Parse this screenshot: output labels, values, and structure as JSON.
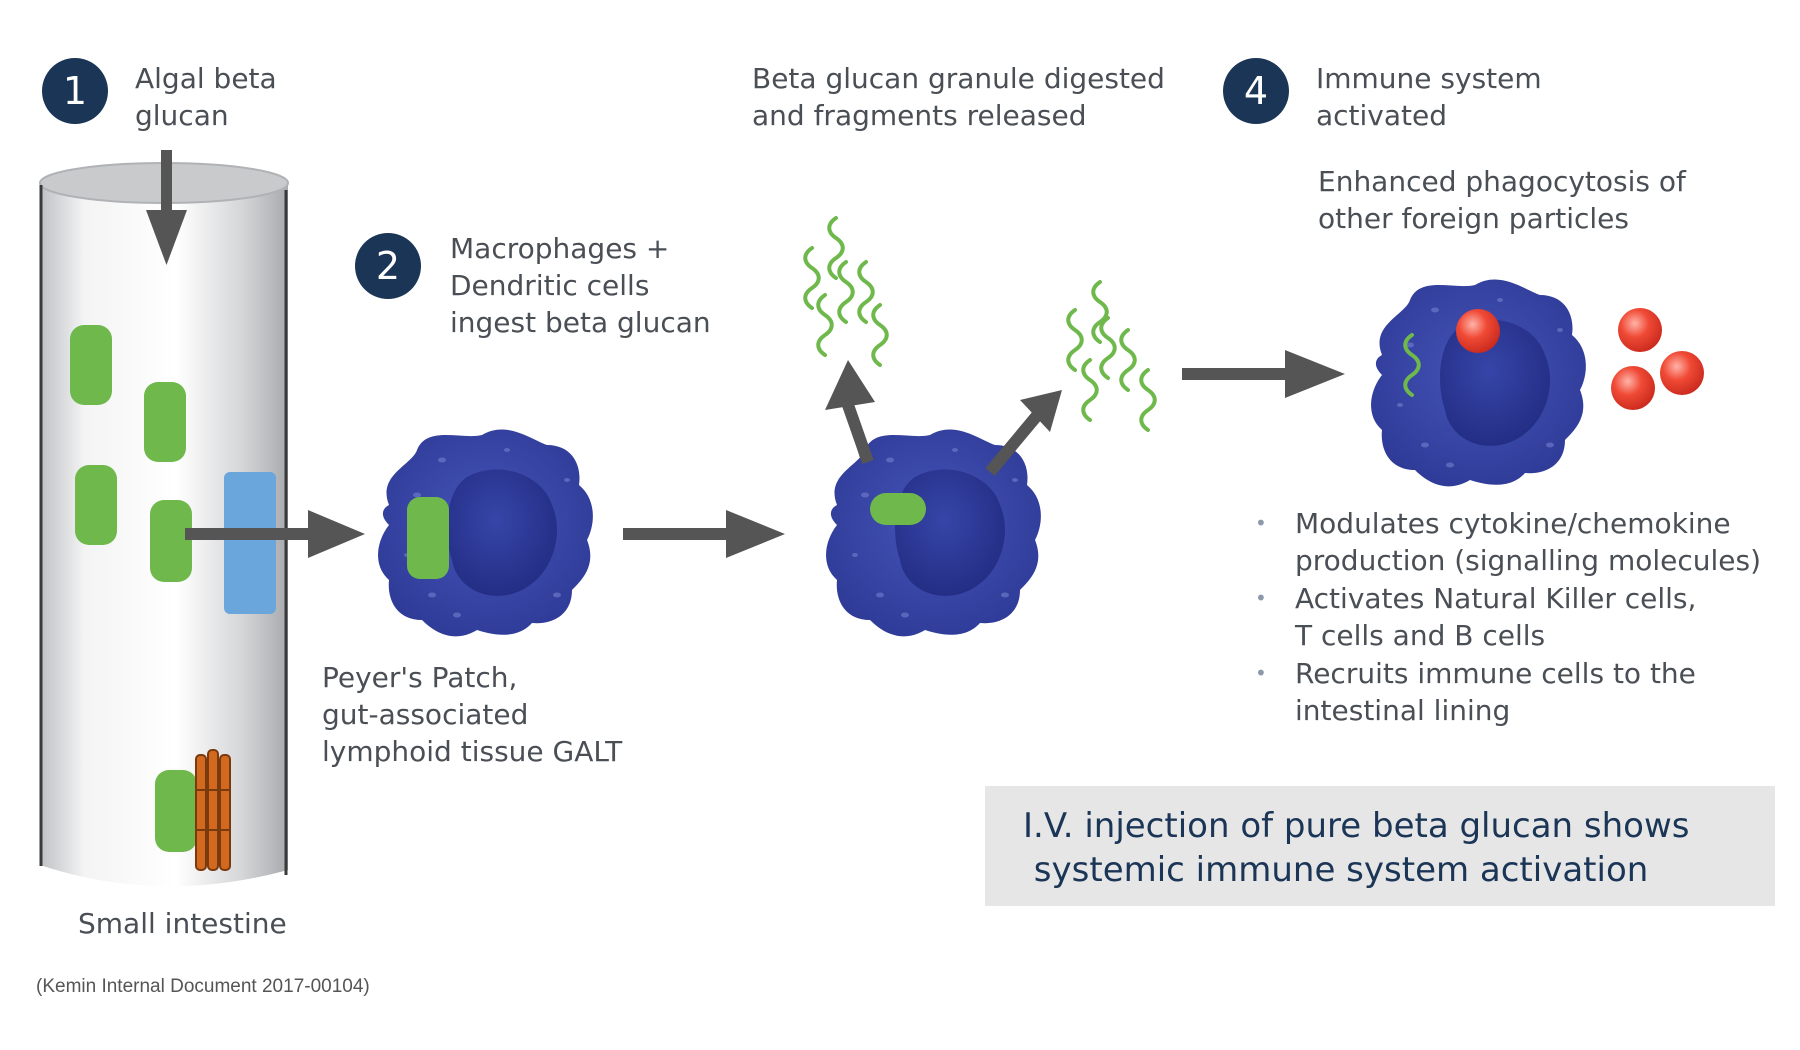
{
  "steps": [
    {
      "number": "1",
      "label": "Algal beta\nglucan"
    },
    {
      "number": "2",
      "label": "Macrophages +\nDendritic cells\ningest beta glucan"
    },
    {
      "number": "4",
      "label": "Immune system\nactivated"
    }
  ],
  "labels": {
    "digested": "Beta glucan granule digested\nand fragments released",
    "phagocytosis": "Enhanced phagocytosis of\nother foreign particles",
    "peyers_patch": "Peyer's Patch,\ngut-associated\nlymphoid tissue GALT",
    "small_intestine": "Small intestine"
  },
  "effects": [
    "Modulates cytokine/chemokine\nproduction (signalling molecules)",
    "Activates Natural Killer cells,\nT cells and B cells",
    "Recruits immune cells to the\nintestinal lining"
  ],
  "callout": "I.V. injection of pure beta glucan shows\n systemic immune system activation",
  "source": "(Kemin Internal Document 2017-00104)",
  "colors": {
    "badge": "#1b3556",
    "glucan_green": "#6fb84c",
    "cell_blue": "#3a48a8",
    "nucleus_blue": "#2d3a9a",
    "patch_blue": "#6aa5dc",
    "arrow_gray": "#555555",
    "particle_red": "#e83a2a",
    "callout_bg": "#e6e6e7"
  },
  "icons": [
    "badge-circle",
    "intestine-tube",
    "macrophage-cell",
    "beta-glucan-fragment",
    "foreign-particle",
    "process-arrow"
  ]
}
